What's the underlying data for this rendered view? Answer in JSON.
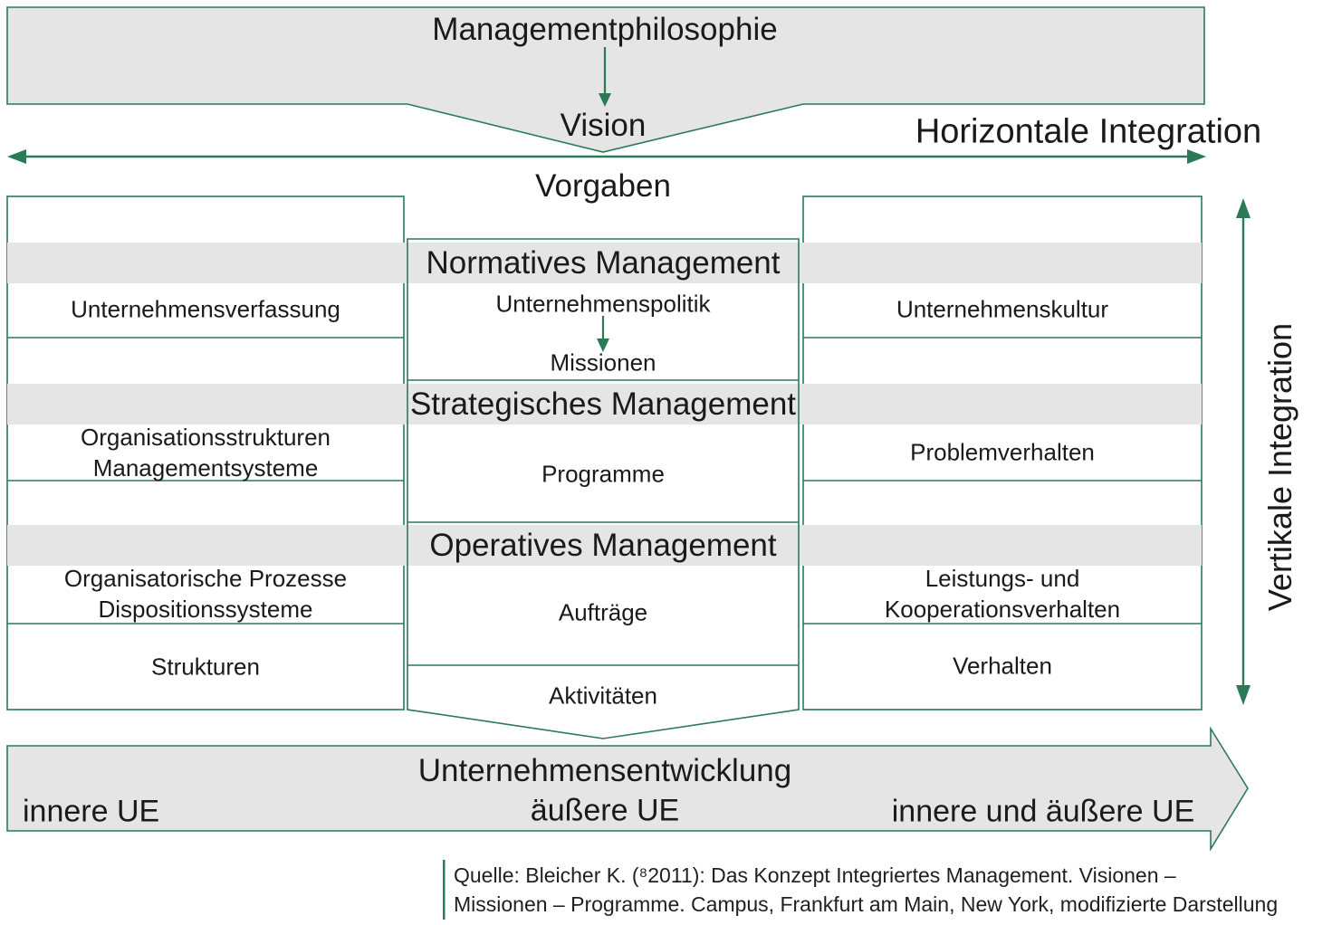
{
  "colors": {
    "green": "#2a7a57",
    "gray_fill": "#e5e5e5",
    "text": "#1a1a1a"
  },
  "top": {
    "philosophy": "Managementphilosophie",
    "vision": "Vision",
    "horizontal_integration": "Horizontale Integration",
    "vorgaben": "Vorgaben"
  },
  "bands": {
    "normative": "Normatives Management",
    "strategic": "Strategisches Management",
    "operative": "Operatives Management"
  },
  "cells": {
    "normative_left": "Unternehmensverfassung",
    "normative_middle_top": "Unternehmenspolitik",
    "normative_middle_bottom": "Missionen",
    "normative_right": "Unternehmenskultur",
    "strategic_left_line1": "Organisationsstrukturen",
    "strategic_left_line2": "Managementsysteme",
    "strategic_middle": "Programme",
    "strategic_right": "Problemverhalten",
    "operative_left_line1": "Organisatorische Prozesse",
    "operative_left_line2": "Dispositionssysteme",
    "operative_middle": "Aufträge",
    "operative_right_line1": "Leistungs- und",
    "operative_right_line2": "Kooperationsverhalten",
    "footer_left": "Strukturen",
    "footer_middle": "Aktivitäten",
    "footer_right": "Verhalten"
  },
  "vertical_integration": "Vertikale Integration",
  "development": {
    "title": "Unternehmensentwicklung",
    "inner": "innere UE",
    "outer": "äußere UE",
    "inner_outer": "innere und äußere UE"
  },
  "source": {
    "line1": "Quelle: Bleicher K. (⁸2011): Das Konzept Integriertes Management. Visionen –",
    "line2": "Missionen – Programme. Campus, Frankfurt am Main, New York, modifizierte Darstellung"
  }
}
